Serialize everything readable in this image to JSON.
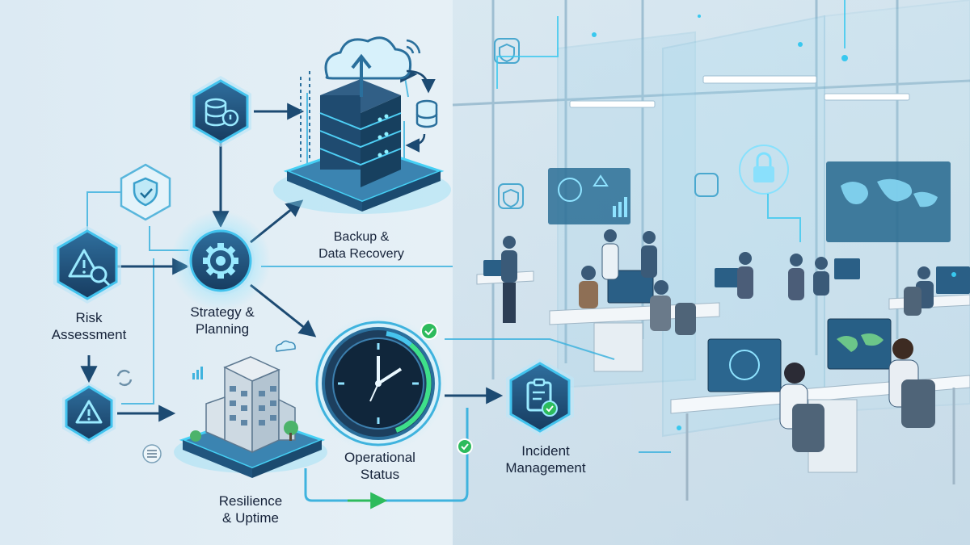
{
  "labels": {
    "backup": "Backup &\nData Recovery",
    "risk": "Risk\nAssessment",
    "strategy": "Strategy &\nPlanning",
    "operational": "Operational\nStatus",
    "incident": "Incident\nManagement",
    "resilience": "Resilience\n& Uptime"
  },
  "icons": {
    "db_alert": "database-alert-icon",
    "shield_check": "shield-check-icon",
    "warning_search": "warning-search-icon",
    "warning": "warning-icon",
    "gear": "gear-icon",
    "cloud_server": "cloud-server-icon",
    "clock": "clock-icon",
    "clipboard_check": "clipboard-check-icon",
    "building": "building-icon",
    "lock": "lock-icon",
    "world_map": "world-map-icon"
  },
  "colors": {
    "accent": "#27b4d8",
    "node_fill": "#1e4f7a",
    "green": "#2dbb5c",
    "text": "#16233a"
  }
}
